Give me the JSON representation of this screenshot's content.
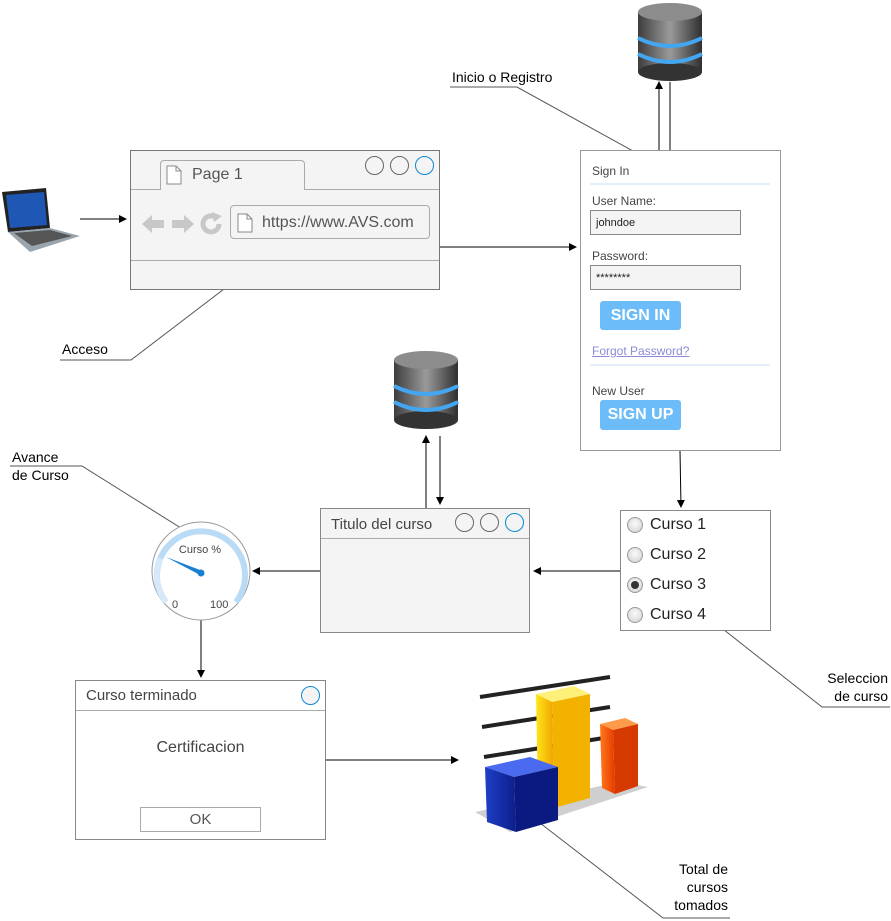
{
  "labels": {
    "inicio": "Inicio o Registro",
    "acceso": "Acceso",
    "avance": "Avance\nde Curso",
    "seleccion": "Seleccion\nde curso",
    "total": "Total de\ncursos\ntomados"
  },
  "browser": {
    "tab_title": "Page 1",
    "url": "https://www.AVS.com"
  },
  "login": {
    "title": "Sign In",
    "user_label": "User Name:",
    "user_value": "johndoe",
    "password_label": "Password:",
    "password_value": "********",
    "sign_in": "SIGN IN",
    "forgot": "Forgot Password?",
    "new_user": "New User",
    "sign_up": "SIGN UP"
  },
  "course_window": {
    "title": "Titulo del curso"
  },
  "course_list": {
    "items": [
      "Curso 1",
      "Curso 2",
      "Curso 3",
      "Curso 4"
    ],
    "selected": "Curso 3"
  },
  "gauge": {
    "title": "Curso %",
    "min": "0",
    "max": "100"
  },
  "done_window": {
    "title": "Curso terminado",
    "body": "Certificacion",
    "ok": "OK"
  },
  "colors": {
    "accent": "#6cbcf9",
    "window_bg": "#f4f4f4",
    "blue_circle": "#0a88d8"
  }
}
